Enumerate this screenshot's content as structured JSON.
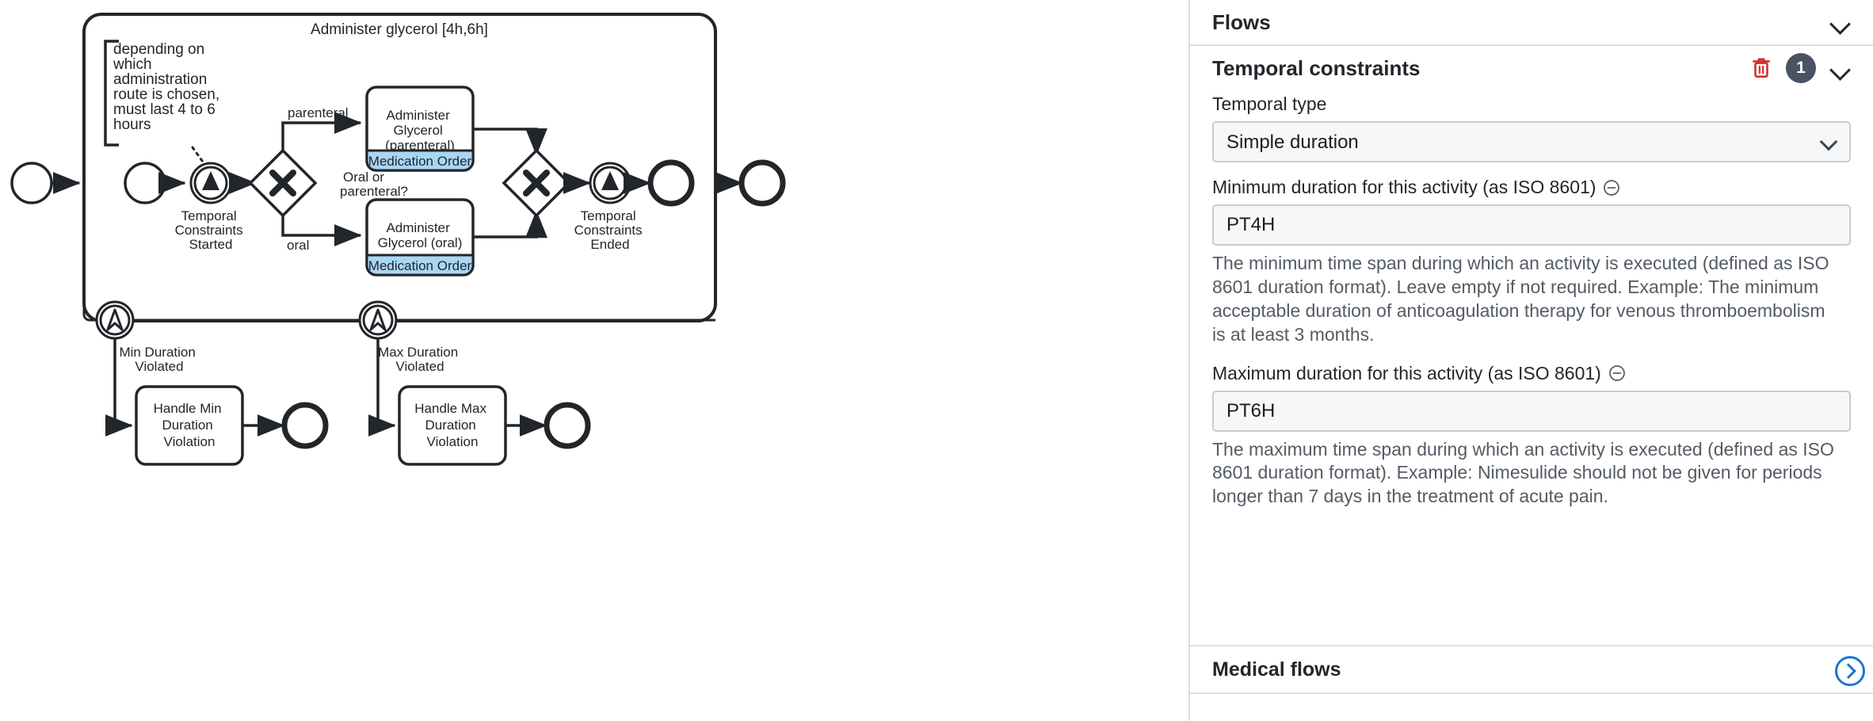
{
  "diagram": {
    "pool_title": "Administer glycerol [4h,6h]",
    "annotation": "depending on which administration route is chosen, must last 4 to 6 hours",
    "annotation_lines": [
      "depending on",
      "which",
      "administration",
      "route is chosen,",
      "must last 4 to 6",
      "hours"
    ],
    "events": {
      "start_outer": "",
      "start_inner": "",
      "temporal_started": "Temporal Constraints Started",
      "temporal_ended": "Temporal Constraints Ended",
      "end_inner": "",
      "end_outer": ""
    },
    "gateways": {
      "split_label": "Oral or parenteral?",
      "split_symbol": "X",
      "join_symbol": "X"
    },
    "flow_labels": {
      "parenteral": "parenteral",
      "oral": "oral",
      "min_violated": "Min Duration Violated",
      "min_violated_lines": [
        "Min Duration",
        "Violated"
      ],
      "max_violated": "Max Duration Violated",
      "max_violated_lines": [
        "Max Duration",
        "Violated"
      ]
    },
    "tasks": [
      {
        "id": "administer-glycerol-parenteral",
        "name_lines": [
          "Administer",
          "Glycerol",
          "(parenteral)"
        ],
        "name": "Administer Glycerol (parenteral)",
        "badge": "Medication Order",
        "badge_color": "#a9d6f5"
      },
      {
        "id": "administer-glycerol-oral",
        "name_lines": [
          "Administer",
          "Glycerol (oral)"
        ],
        "name": "Administer Glycerol (oral)",
        "badge": "Medication Order",
        "badge_color": "#a9d6f5"
      },
      {
        "id": "handle-min-duration-violation",
        "name_lines": [
          "Handle Min",
          "Duration",
          "Violation"
        ],
        "name": "Handle Min Duration Violation",
        "badge": "",
        "badge_color": ""
      },
      {
        "id": "handle-max-duration-violation",
        "name_lines": [
          "Handle Max",
          "Duration",
          "Violation"
        ],
        "name": "Handle Max Duration Violation",
        "badge": "",
        "badge_color": ""
      }
    ]
  },
  "panel": {
    "flows_section": {
      "title": "Flows"
    },
    "temporal_section": {
      "title": "Temporal constraints",
      "count_badge": "1",
      "delete_icon": "trash-icon",
      "badge_color": "#4a5364",
      "delete_color": "#d32f2f"
    },
    "temporal_type": {
      "label": "Temporal type",
      "value": "Simple duration",
      "options": [
        "Simple duration"
      ]
    },
    "min_duration": {
      "label": "Minimum duration for this activity (as ISO 8601)",
      "value": "PT4H",
      "placeholder": "",
      "hint": "The minimum time span during which an activity is executed (defined as ISO 8601 duration format). Leave empty if not required. Example: The minimum acceptable duration of anticoagulation therapy for venous thromboembolism is at least 3 months."
    },
    "max_duration": {
      "label": "Maximum duration for this activity (as ISO 8601)",
      "value": "PT6H",
      "placeholder": "",
      "hint": "The maximum time span during which an activity is executed (defined as ISO 8601 duration format). Example: Nimesulide should not be given for periods longer than 7 days in the treatment of acute pain."
    },
    "medical_flows_section": {
      "title": "Medical flows",
      "next_icon": "chevron-right-circle-icon"
    }
  }
}
